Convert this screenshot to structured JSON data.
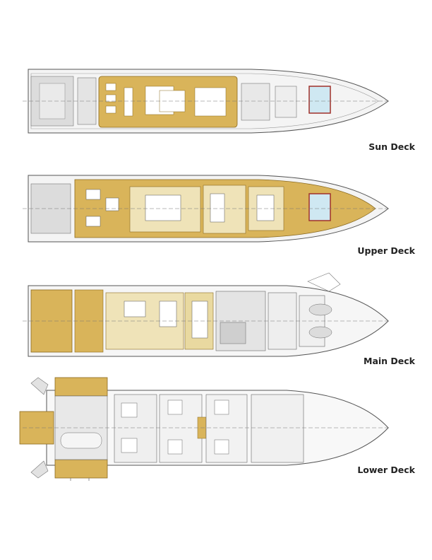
{
  "decks": [
    {
      "id": "sun",
      "label": "Sun Deck"
    },
    {
      "id": "upper",
      "label": "Upper Deck"
    },
    {
      "id": "main",
      "label": "Main Deck"
    },
    {
      "id": "lower",
      "label": "Lower Deck"
    }
  ],
  "colors": {
    "teak": "#d9b45a",
    "teak_dark": "#b8923a",
    "line": "#555555",
    "grey_fill": "#d8d8d8",
    "pool": "#cfe8f2",
    "light_teak": "#efe3b8"
  }
}
